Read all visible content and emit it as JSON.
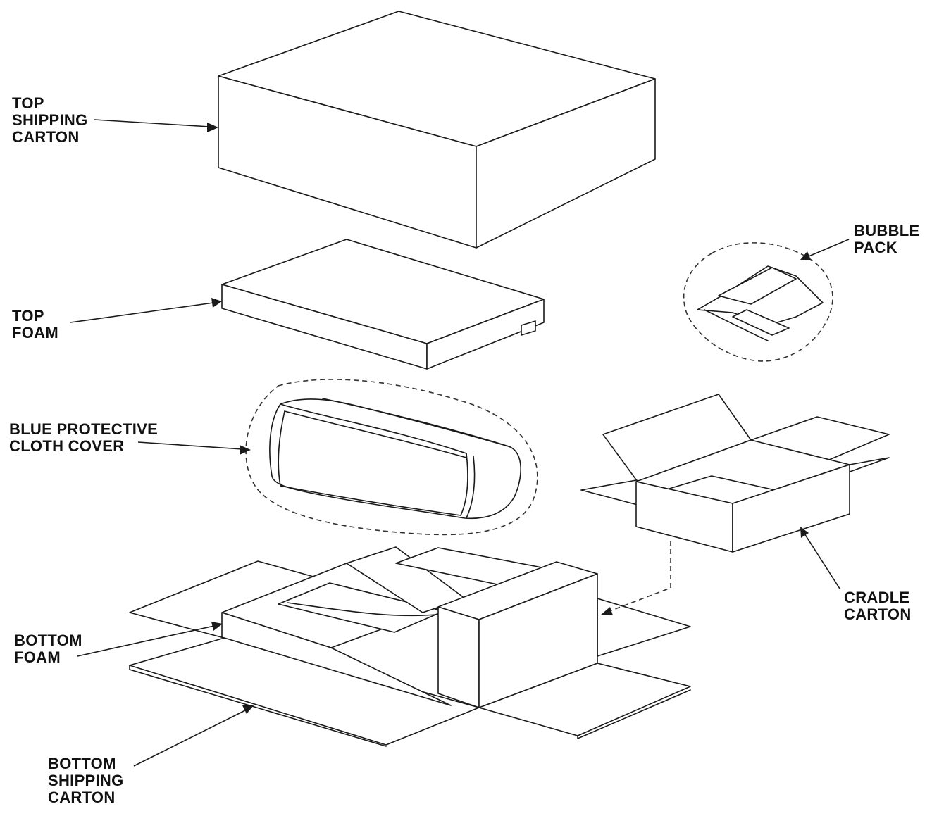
{
  "labels": {
    "top_shipping_carton": [
      "TOP",
      "SHIPPING",
      "CARTON"
    ],
    "top_foam": [
      "TOP",
      "FOAM"
    ],
    "blue_protective_cloth_cover": [
      "BLUE PROTECTIVE",
      "CLOTH COVER"
    ],
    "bottom_foam": [
      "BOTTOM",
      "FOAM"
    ],
    "bottom_shipping_carton": [
      "BOTTOM",
      "SHIPPING",
      "CARTON"
    ],
    "bubble_pack": [
      "BUBBLE",
      "PACK"
    ],
    "cradle_carton": [
      "CRADLE",
      "CARTON"
    ]
  },
  "colors": {
    "line": "#1a1a1a",
    "background": "#ffffff",
    "text": "#111111"
  }
}
